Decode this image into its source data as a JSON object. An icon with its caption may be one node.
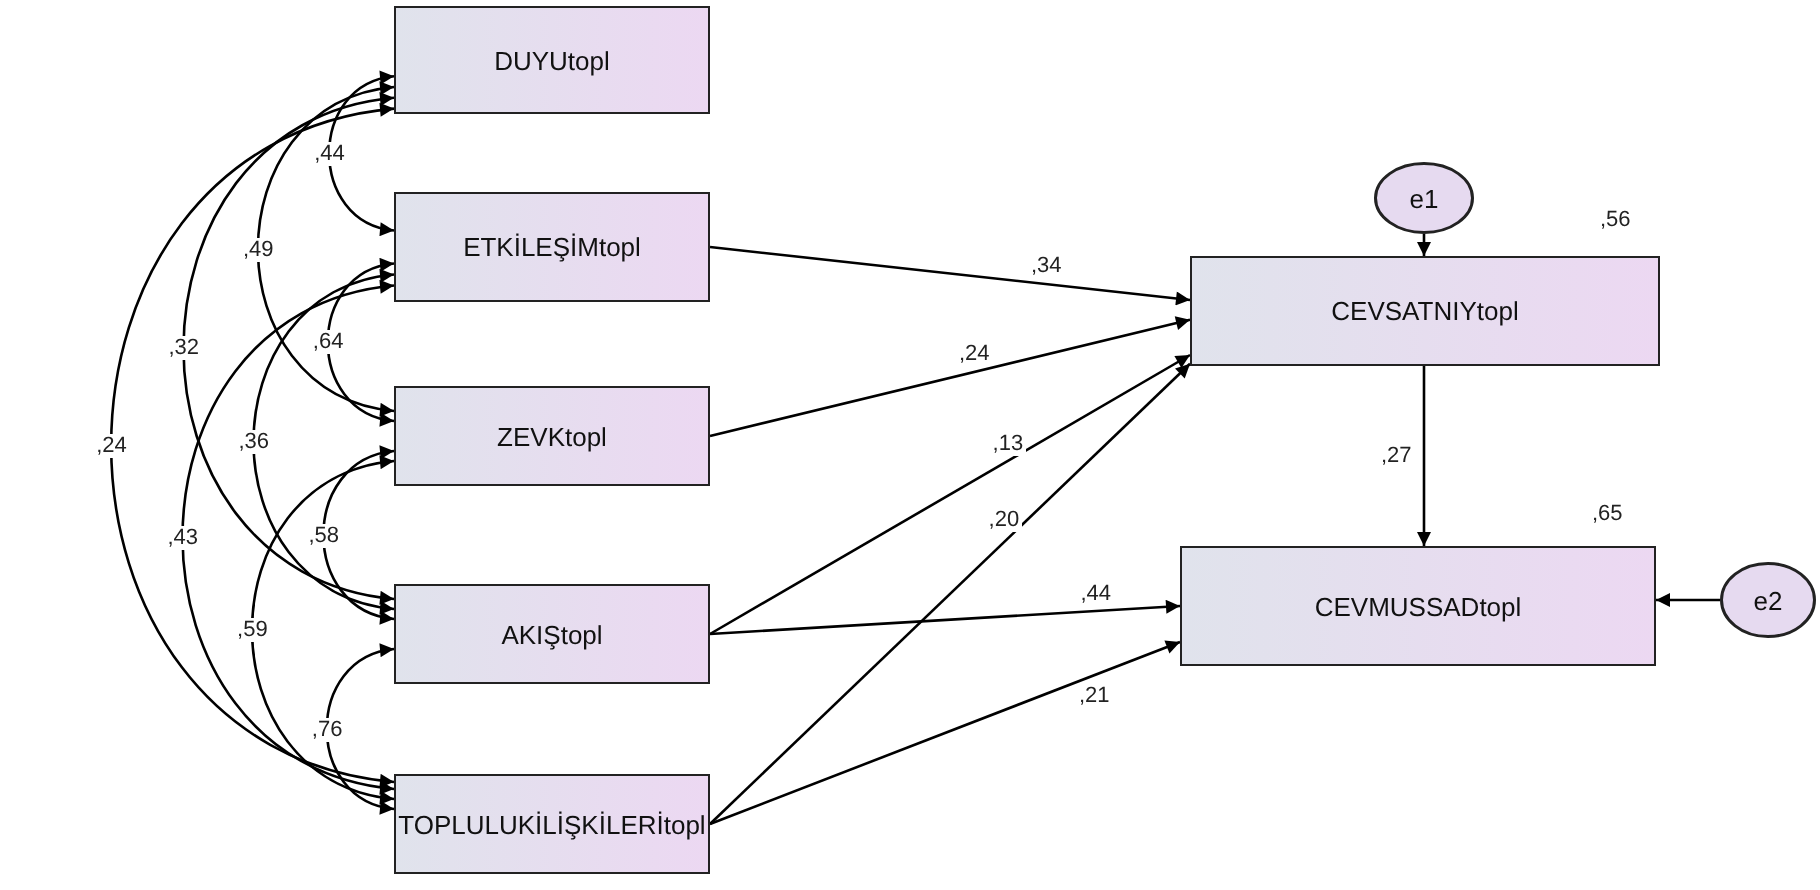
{
  "diagram": {
    "nodes": [
      {
        "text": [
          "DUYUtopl"
        ]
      },
      {
        "text": [
          "ETKİLEŞİMtopl"
        ]
      },
      {
        "text": [
          "ZEVKtopl"
        ]
      },
      {
        "text": [
          "AKIŞtopl"
        ]
      },
      {
        "text": [
          "TOPLULUKİLİŞKİLERİtopl"
        ]
      },
      {
        "text": [
          "e1"
        ]
      },
      {
        "text": [
          "CEVSATNIYtopl"
        ],
        "beside": [
          ",56"
        ]
      },
      {
        "text": [
          "CEVMUSSADtopl"
        ],
        "beside": [
          ",65"
        ]
      },
      {
        "text": [
          "e2"
        ]
      }
    ],
    "edges": [
      {
        "from": 0,
        "to": 1,
        "arrow": "both",
        "label": ",44"
      },
      {
        "from": 0,
        "to": 2,
        "arrow": "both",
        "label": ",49"
      },
      {
        "from": 0,
        "to": 3,
        "arrow": "both",
        "label": ",32"
      },
      {
        "from": 0,
        "to": 4,
        "arrow": "both",
        "label": ",24"
      },
      {
        "from": 1,
        "to": 2,
        "arrow": "both",
        "label": ",64"
      },
      {
        "from": 1,
        "to": 3,
        "arrow": "both",
        "label": ",36"
      },
      {
        "from": 1,
        "to": 4,
        "arrow": "both",
        "label": ",43"
      },
      {
        "from": 2,
        "to": 3,
        "arrow": "both",
        "label": ",58"
      },
      {
        "from": 2,
        "to": 4,
        "arrow": "both",
        "label": ",59"
      },
      {
        "from": 3,
        "to": 4,
        "arrow": "both",
        "label": ",76"
      },
      {
        "from": 1,
        "to": 6,
        "arrow": "to",
        "label": ",34"
      },
      {
        "from": 2,
        "to": 6,
        "arrow": "to",
        "label": ",24"
      },
      {
        "from": 3,
        "to": 6,
        "arrow": "to",
        "label": ",13"
      },
      {
        "from": 4,
        "to": 6,
        "arrow": "to",
        "label": ",20"
      },
      {
        "from": 3,
        "to": 7,
        "arrow": "to",
        "label": ",44"
      },
      {
        "from": 4,
        "to": 7,
        "arrow": "to",
        "label": ",21"
      },
      {
        "from": 6,
        "to": 7,
        "arrow": "to",
        "label": ",27"
      },
      {
        "from": 5,
        "to": 6,
        "arrow": "to"
      },
      {
        "from": 8,
        "to": 7,
        "arrow": "to"
      }
    ]
  }
}
